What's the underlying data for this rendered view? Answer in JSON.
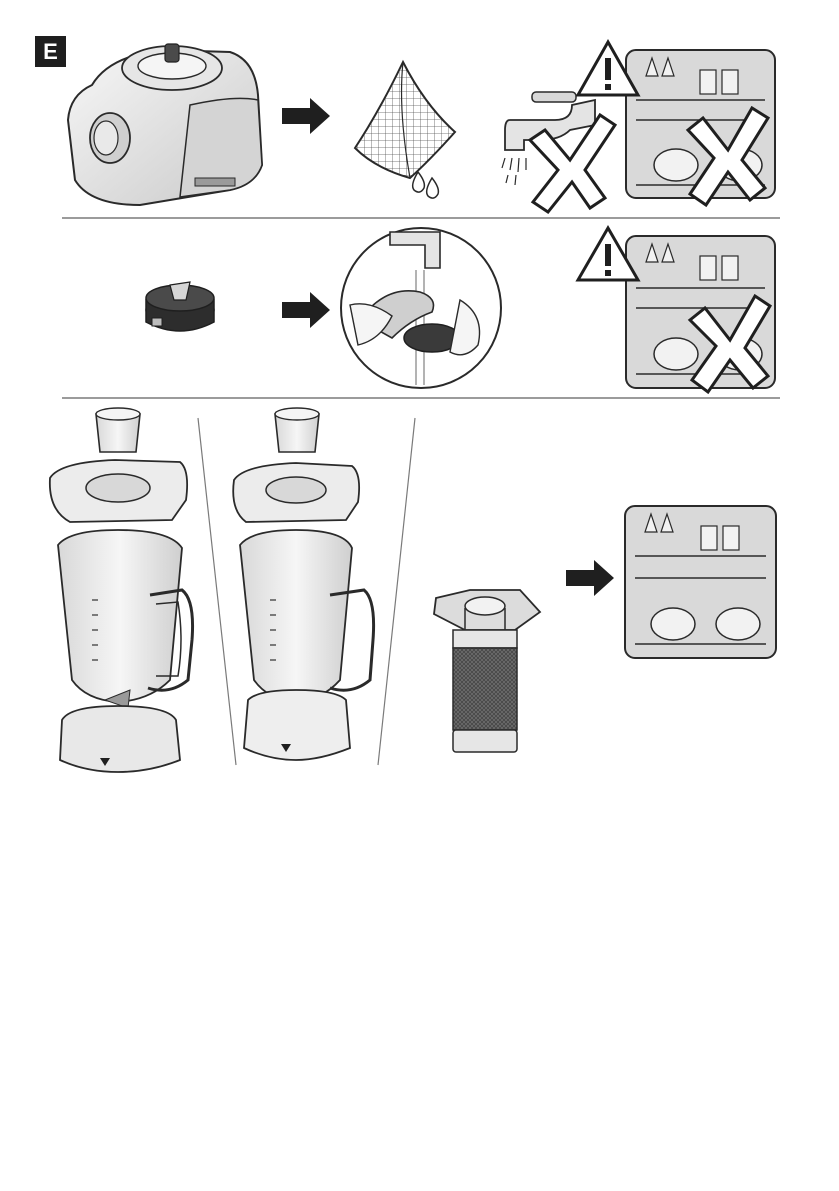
{
  "section": {
    "label": "E"
  },
  "colors": {
    "ink": "#2a2a2a",
    "panel": "#d9d9d9",
    "body_light": "#ececec",
    "body_shade": "#bdbdbd",
    "dark_part": "#3a3a3a",
    "divider": "#7a7a7a"
  },
  "icons": [
    "motor-base-illustration",
    "arrow-right-icon",
    "damp-cloth-icon",
    "water-drops-icon",
    "faucet-icon",
    "cross-icon",
    "warning-triangle-icon",
    "dishwasher-rack-icon",
    "blade-assembly-icon",
    "hand-rinse-icon",
    "blender-jug-illustration",
    "measuring-cup-icon",
    "jug-lid-icon",
    "filter-insert-icon"
  ]
}
